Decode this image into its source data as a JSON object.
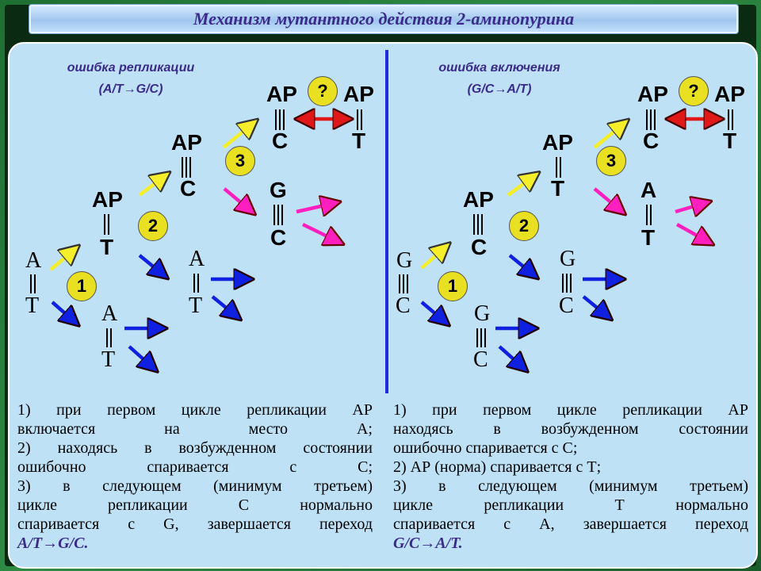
{
  "title": "Механизм мутантного действия 2-аминопурина",
  "left": {
    "caption1": "ошибка репликации",
    "caption2": "(A/T→G/C)",
    "desc_lines": [
      "1) при первом цикле репликации АР",
      "включается на место А;",
      "2) находясь в возбужденном состоянии",
      "ошибочно спаривается с С;",
      "3) в следующем (минимум третьем)",
      "цикле репликации С нормально",
      "спаривается с G, завершается переход"
    ],
    "desc_final": "A/T→G/C."
  },
  "right": {
    "caption1": "ошибка включения",
    "caption2": "(G/C→A/T)",
    "desc_lines": [
      "1) при первом цикле репликации АР",
      "находясь в возбужденном состоянии",
      "ошибочно спаривается с С;",
      "2) АР (норма) спаривается с Т;",
      "3) в следующем (минимум третьем)",
      "цикле репликации Т нормально",
      "спаривается с А, завершается переход"
    ],
    "desc_final": "G/C→A/T."
  },
  "labels": {
    "ap": "AP",
    "q": "?",
    "A": "A",
    "T": "T",
    "G": "G",
    "C": "C",
    "n1": "1",
    "n2": "2",
    "n3": "3"
  },
  "colors": {
    "yellow_arrow": "#f5ee2a",
    "blue_arrow": "#1020e0",
    "pink_arrow": "#ff1fbf",
    "red_arrow": "#e01818",
    "circle": "#e8e020",
    "divider": "#1f2bd8"
  }
}
